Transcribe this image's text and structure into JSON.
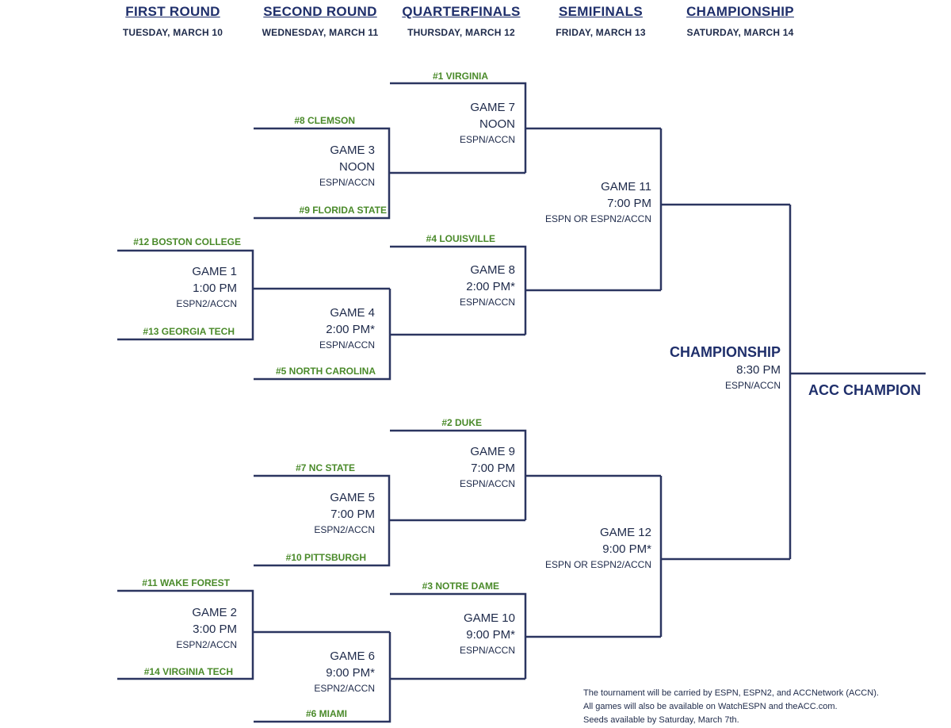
{
  "rounds": [
    {
      "name": "FIRST ROUND",
      "date": "TUESDAY, MARCH 10"
    },
    {
      "name": "SECOND ROUND",
      "date": "WEDNESDAY, MARCH 11"
    },
    {
      "name": "QUARTERFINALS",
      "date": "THURSDAY, MARCH 12"
    },
    {
      "name": "SEMIFINALS",
      "date": "FRIDAY, MARCH 13"
    },
    {
      "name": "CHAMPIONSHIP",
      "date": "SATURDAY, MARCH 14"
    }
  ],
  "teams": {
    "virginia": "#1 VIRGINIA",
    "clemson": "#8 CLEMSON",
    "florida_state": "#9 FLORIDA STATE",
    "boston_college": "#12 BOSTON COLLEGE",
    "louisville": "#4 LOUISVILLE",
    "georgia_tech": "#13 GEORGIA TECH",
    "north_carolina": "#5 NORTH CAROLINA",
    "duke": "#2 DUKE",
    "nc_state": "#7 NC STATE",
    "pittsburgh": "#10 PITTSBURGH",
    "wake_forest": "#11 WAKE FOREST",
    "notre_dame": "#3 NOTRE DAME",
    "virginia_tech": "#14 VIRGINIA TECH",
    "miami": "#6 MIAMI"
  },
  "games": {
    "g1": {
      "title": "GAME 1",
      "time": "1:00 PM",
      "tv": "ESPN2/ACCN"
    },
    "g2": {
      "title": "GAME 2",
      "time": "3:00 PM",
      "tv": "ESPN2/ACCN"
    },
    "g3": {
      "title": "GAME 3",
      "time": "NOON",
      "tv": "ESPN/ACCN"
    },
    "g4": {
      "title": "GAME 4",
      "time": "2:00 PM*",
      "tv": "ESPN/ACCN"
    },
    "g5": {
      "title": "GAME 5",
      "time": "7:00 PM",
      "tv": "ESPN2/ACCN"
    },
    "g6": {
      "title": "GAME 6",
      "time": "9:00 PM*",
      "tv": "ESPN2/ACCN"
    },
    "g7": {
      "title": "GAME 7",
      "time": "NOON",
      "tv": "ESPN/ACCN"
    },
    "g8": {
      "title": "GAME 8",
      "time": "2:00 PM*",
      "tv": "ESPN/ACCN"
    },
    "g9": {
      "title": "GAME 9",
      "time": "7:00 PM",
      "tv": "ESPN/ACCN"
    },
    "g10": {
      "title": "GAME 10",
      "time": "9:00 PM*",
      "tv": "ESPN/ACCN"
    },
    "g11": {
      "title": "GAME 11",
      "time": "7:00 PM",
      "tv": "ESPN OR ESPN2/ACCN"
    },
    "g12": {
      "title": "GAME 12",
      "time": "9:00 PM*",
      "tv": "ESPN OR ESPN2/ACCN"
    },
    "final": {
      "title": "CHAMPIONSHIP",
      "time": "8:30 PM",
      "tv": "ESPN/ACCN"
    }
  },
  "champion_label": "ACC CHAMPION",
  "notes": [
    "The tournament will be carried by ESPN, ESPN2, and ACCNetwork (ACCN).",
    "All games will also be available on WatchESPN and theACC.com.",
    "Seeds available by Saturday, March 7th."
  ],
  "colors": {
    "navy": "#1f2f6b",
    "line": "#2b3560",
    "team_green": "#4a8a2a"
  }
}
